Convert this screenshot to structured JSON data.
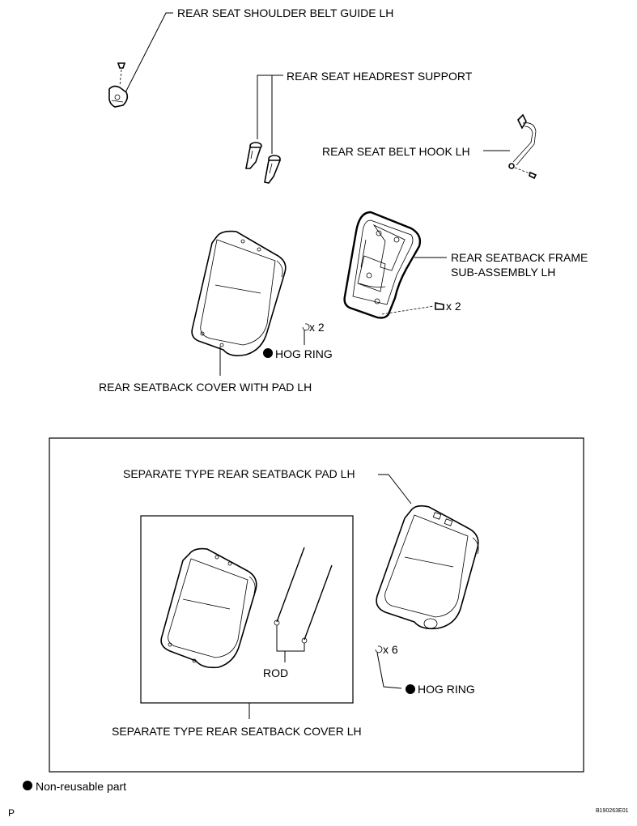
{
  "labels": {
    "shoulder_belt_guide": "REAR SEAT SHOULDER BELT GUIDE LH",
    "headrest_support": "REAR SEAT HEADREST SUPPORT",
    "belt_hook": "REAR SEAT BELT HOOK LH",
    "seatback_frame_line1": "REAR SEATBACK FRAME",
    "seatback_frame_line2": "SUB-ASSEMBLY LH",
    "frame_qty": "x 2",
    "hog_ring_qty_top": "x 2",
    "hog_ring_top": "HOG RING",
    "seatback_cover_pad": "REAR SEATBACK COVER WITH PAD LH",
    "separate_pad": "SEPARATE TYPE REAR SEATBACK PAD LH",
    "rod": "ROD",
    "hog_ring_qty_bottom": "x 6",
    "hog_ring_bottom": "HOG RING",
    "separate_cover": "SEPARATE TYPE REAR SEATBACK COVER LH"
  },
  "legend": {
    "non_reusable": "Non-reusable part"
  },
  "footer": {
    "page_letter": "P",
    "figure_code": "B190263E01"
  }
}
